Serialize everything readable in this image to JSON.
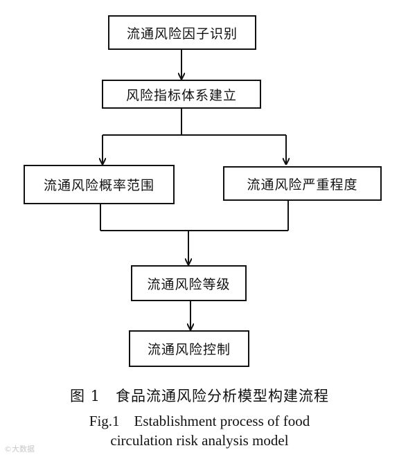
{
  "nodes": {
    "identify": "流通风险因子识别",
    "index_system": "风险指标体系建立",
    "probability": "流通风险概率范围",
    "severity": "流通风险严重程度",
    "level": "流通风险等级",
    "control": "流通风险控制"
  },
  "caption": {
    "zh": "图 1　食品流通风险分析模型构建流程",
    "en_line1": "Fig.1　Establishment process of food",
    "en_line2": "circulation risk analysis model"
  },
  "watermark": "©大数据"
}
